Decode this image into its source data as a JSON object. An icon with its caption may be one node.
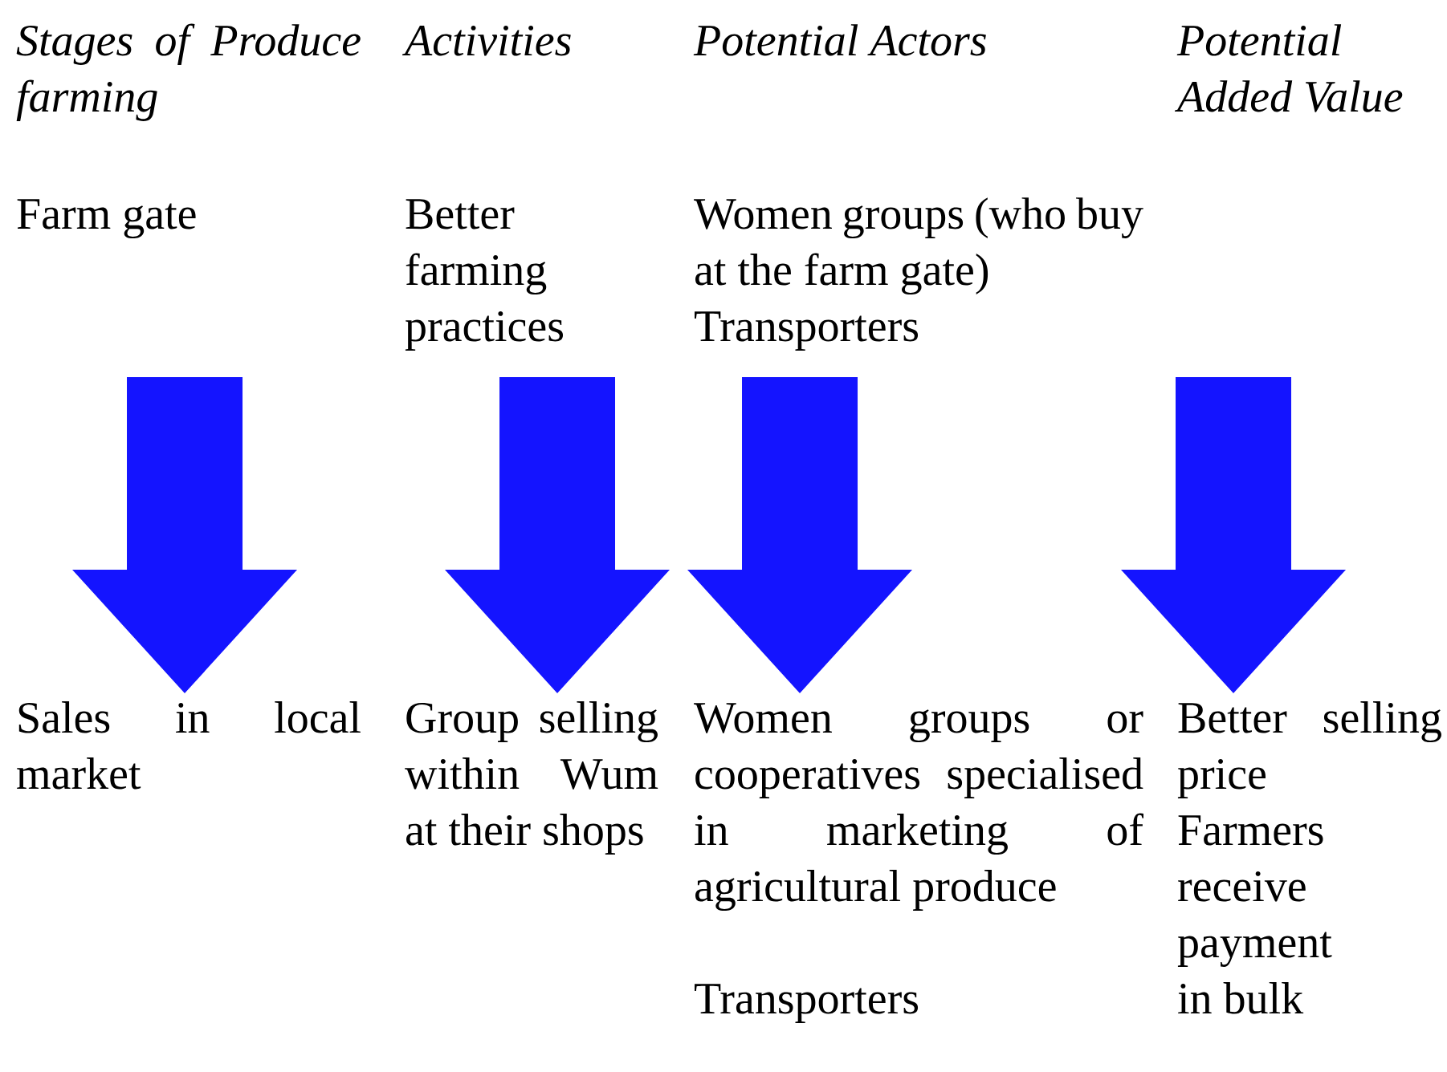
{
  "diagram": {
    "nodes": [
      {
        "text": [
          "Farm gate"
        ]
      },
      {
        "text": [
          "Better farming practices"
        ]
      },
      {
        "text": [
          "Women groups (who buy at the farm gate)",
          "Transporters"
        ]
      },
      {
        "text": [
          "Sales in local market"
        ]
      },
      {
        "text": [
          "Group selling within Wum at their shops"
        ]
      },
      {
        "text": [
          "Women groups or cooperatives specialised in marketing of agricultural produce",
          "Transporters"
        ]
      },
      {
        "text": [
          "Better selling price",
          "Farmers receive payment in bulk"
        ]
      }
    ],
    "edges": [
      {
        "from": 0,
        "to": 3,
        "arrow": "to"
      },
      {
        "from": 1,
        "to": 4,
        "arrow": "to"
      },
      {
        "from": 2,
        "to": 5,
        "arrow": "to"
      },
      {
        "from": null,
        "to": 6,
        "arrow": "to"
      }
    ],
    "labels": [
      "Stages of Produce farming",
      "Activities",
      "Potential Actors",
      "Potential Added Value"
    ]
  }
}
